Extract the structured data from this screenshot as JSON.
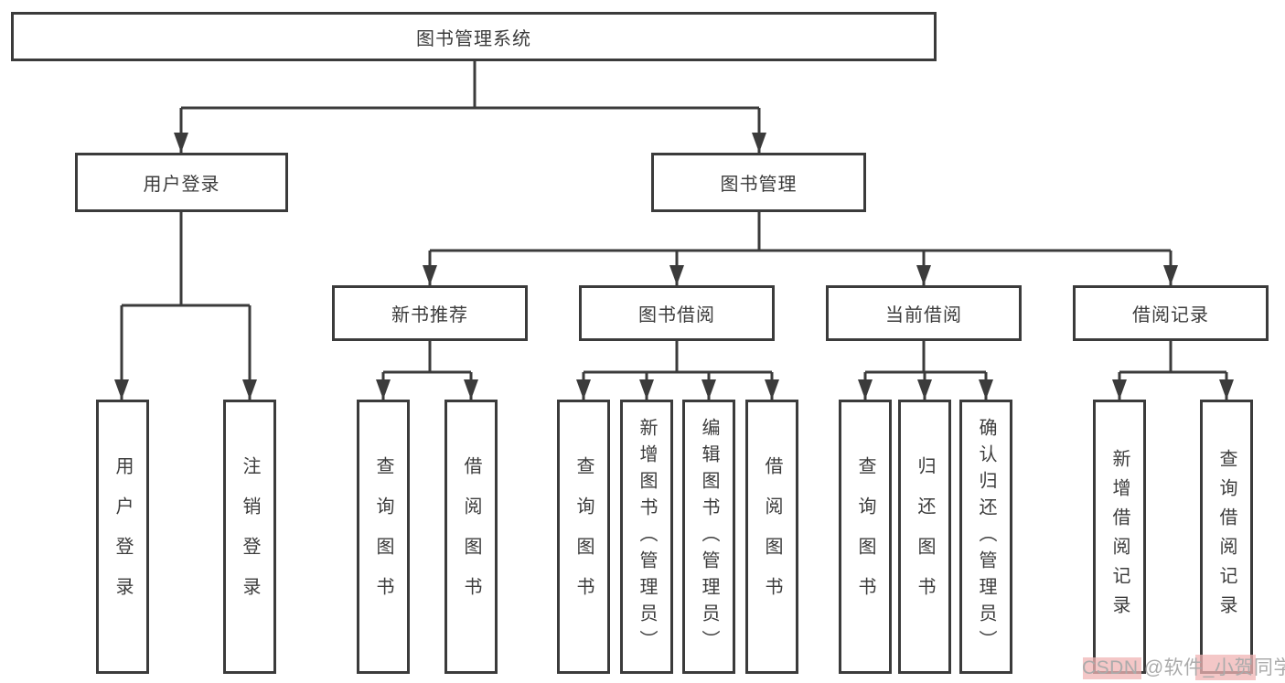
{
  "diagram": {
    "root": {
      "label": "图书管理系统"
    },
    "level2": {
      "user_login": {
        "label": "用户登录"
      },
      "book_management": {
        "label": "图书管理"
      }
    },
    "level3": {
      "new_book_recommend": {
        "label": "新书推荐"
      },
      "book_borrow": {
        "label": "图书借阅"
      },
      "current_borrow": {
        "label": "当前借阅"
      },
      "borrow_records": {
        "label": "借阅记录"
      }
    },
    "leaves": {
      "user_login": {
        "label": "用户登录"
      },
      "logout": {
        "label": "注销登录"
      },
      "nb_query_books": {
        "label": "查询图书"
      },
      "nb_borrow_books": {
        "label": "借阅图书"
      },
      "bb_query_books": {
        "label": "查询图书"
      },
      "bb_add_books_admin": {
        "label": "新增图书（管理员）"
      },
      "bb_edit_books_admin": {
        "label": "编辑图书（管理员）"
      },
      "bb_borrow_books": {
        "label": "借阅图书"
      },
      "cb_query_books": {
        "label": "查询图书"
      },
      "cb_return_books": {
        "label": "归还图书"
      },
      "cb_confirm_return_admin": {
        "label": "确认归还（管理员）"
      },
      "br_add_record": {
        "label": "新增借阅记录"
      },
      "br_query_record": {
        "label": "查询借阅记录"
      }
    }
  },
  "watermark": {
    "text": "CSDN @软件_小贺同学"
  },
  "colors": {
    "line": "#3b3b3b",
    "box_border": "#3b3b3b",
    "box_fill": "#ffffff",
    "text": "#3c3c3c",
    "background": "#ffffff",
    "watermark_text": "#ababab",
    "watermark_highlight": "#f0b4b4"
  }
}
